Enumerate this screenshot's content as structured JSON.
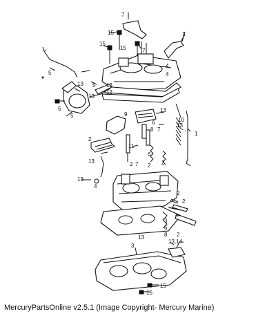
{
  "caption": "MercuryPartsOnline v2.5.1 (Image Copyright- Mercury Marine)",
  "callouts": [
    {
      "id": "c-7-top",
      "text": "7"
    },
    {
      "id": "c-1-top",
      "text": "1"
    },
    {
      "id": "c-15-a",
      "text": "15"
    },
    {
      "id": "c-15-b",
      "text": "15"
    },
    {
      "id": "c-15-c",
      "text": "15"
    },
    {
      "id": "c-7-mid",
      "text": "7"
    },
    {
      "id": "c-5-left",
      "text": "5"
    },
    {
      "id": "c-4-a",
      "text": "4"
    },
    {
      "id": "c-4-b",
      "text": "4"
    },
    {
      "id": "c-5-mid",
      "text": "5"
    },
    {
      "id": "c-13-a",
      "text": "13"
    },
    {
      "id": "c-12",
      "text": "12"
    },
    {
      "id": "c-13-b",
      "text": "13"
    },
    {
      "id": "c-5-low",
      "text": "5"
    },
    {
      "id": "c-5-cover",
      "text": "5"
    },
    {
      "id": "c-13-c",
      "text": "13"
    },
    {
      "id": "c-9",
      "text": "9"
    },
    {
      "id": "c-13-d",
      "text": "13"
    },
    {
      "id": "c-10",
      "text": "10"
    },
    {
      "id": "c-13-e",
      "text": "13"
    },
    {
      "id": "c-6-a",
      "text": "6"
    },
    {
      "id": "c-8-a",
      "text": "8"
    },
    {
      "id": "c-7-b",
      "text": "7"
    },
    {
      "id": "c-1-right",
      "text": "1"
    },
    {
      "id": "c-11",
      "text": "11"
    },
    {
      "id": "c-2-left",
      "text": "2"
    },
    {
      "id": "c-13-f",
      "text": "13"
    },
    {
      "id": "c-2-b",
      "text": "2"
    },
    {
      "id": "c-7-c",
      "text": "7"
    },
    {
      "id": "c-6-b",
      "text": "6"
    },
    {
      "id": "c-2-c",
      "text": "2"
    },
    {
      "id": "c-2-d",
      "text": "2"
    },
    {
      "id": "c-13-g",
      "text": "13"
    },
    {
      "id": "c-4-c",
      "text": "4"
    },
    {
      "id": "c-2-e",
      "text": "2"
    },
    {
      "id": "c-2-f",
      "text": "2"
    },
    {
      "id": "c-3-a",
      "text": "3"
    },
    {
      "id": "c-6-c",
      "text": "6"
    },
    {
      "id": "c-8-b",
      "text": "8"
    },
    {
      "id": "c-2-g",
      "text": "2"
    },
    {
      "id": "c-13-h",
      "text": "13"
    },
    {
      "id": "c-3-b",
      "text": "3"
    },
    {
      "id": "c-13-14",
      "text": "13,14"
    },
    {
      "id": "c-15-d",
      "text": "15"
    },
    {
      "id": "c-15-e",
      "text": "15"
    }
  ]
}
